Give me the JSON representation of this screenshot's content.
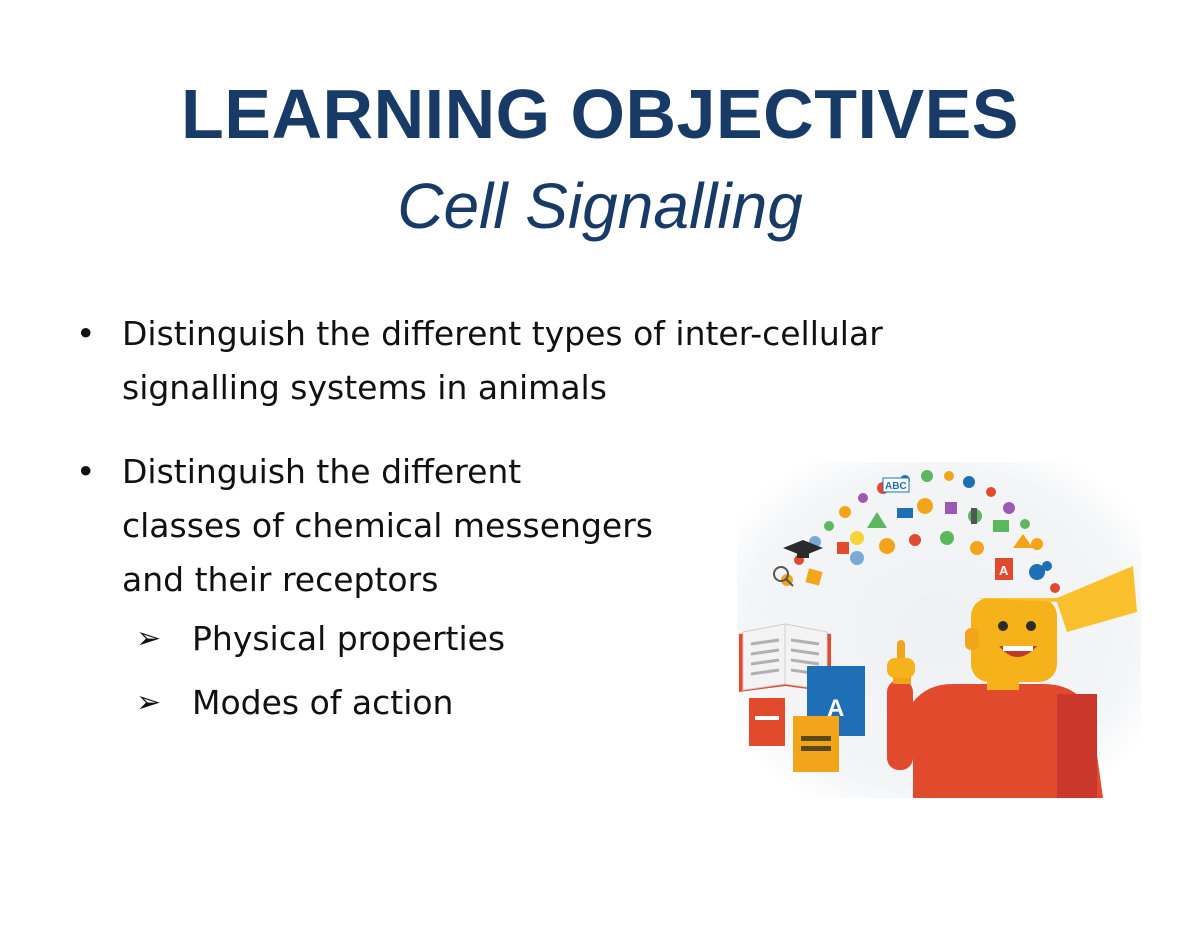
{
  "slide": {
    "title": "LEARNING OBJECTIVES",
    "subtitle": "Cell Signalling",
    "bullets": [
      {
        "marker": "•",
        "lines": [
          "Distinguish the different types of inter-cellular",
          "signalling systems in animals"
        ]
      },
      {
        "marker": "•",
        "lines": [
          "Distinguish the different",
          "classes of chemical messengers",
          "and their receptors"
        ],
        "sub_items": [
          {
            "marker": "➢",
            "text": "Physical properties"
          },
          {
            "marker": "➢",
            "text": "Modes of action"
          }
        ]
      }
    ]
  },
  "illustration": {
    "icon": "learning-boy-with-ideas-illustration",
    "book_letter": "A",
    "sticker_text": "ABC",
    "colors": {
      "shirt": "#e24a2e",
      "skin": "#f5b21a",
      "hair": "#fbc02d",
      "blue_book": "#1f6fb5",
      "title": "#183a66"
    }
  }
}
